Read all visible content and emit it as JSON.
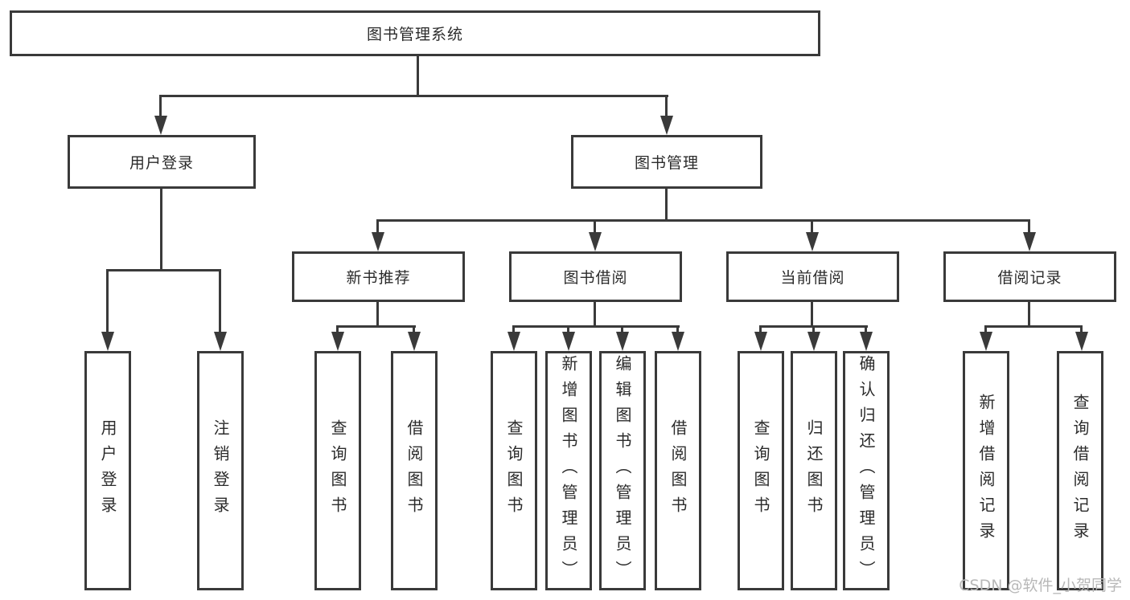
{
  "diagram": {
    "root": {
      "label": "图书管理系统"
    },
    "level2": [
      {
        "label": "用户登录"
      },
      {
        "label": "图书管理"
      }
    ],
    "level3": [
      {
        "label": "新书推荐"
      },
      {
        "label": "图书借阅"
      },
      {
        "label": "当前借阅"
      },
      {
        "label": "借阅记录"
      }
    ],
    "leaves": [
      {
        "label": "用户登录"
      },
      {
        "label": "注销登录"
      },
      {
        "label": "查询图书"
      },
      {
        "label": "借阅图书"
      },
      {
        "label": "查询图书"
      },
      {
        "label": "新增图书（管理员）"
      },
      {
        "label": "编辑图书（管理员）"
      },
      {
        "label": "借阅图书"
      },
      {
        "label": "查询图书"
      },
      {
        "label": "归还图书"
      },
      {
        "label": "确认归还（管理员）"
      },
      {
        "label": "新增借阅记录"
      },
      {
        "label": "查询借阅记录"
      }
    ]
  },
  "watermark": {
    "text": "CSDN @软件_小贺同学"
  },
  "colors": {
    "line": "#3a3a3a",
    "box-fill": "#ffffff",
    "text": "#2b2b2b",
    "watermark": "#b8b8b8",
    "background": "#ffffff"
  }
}
